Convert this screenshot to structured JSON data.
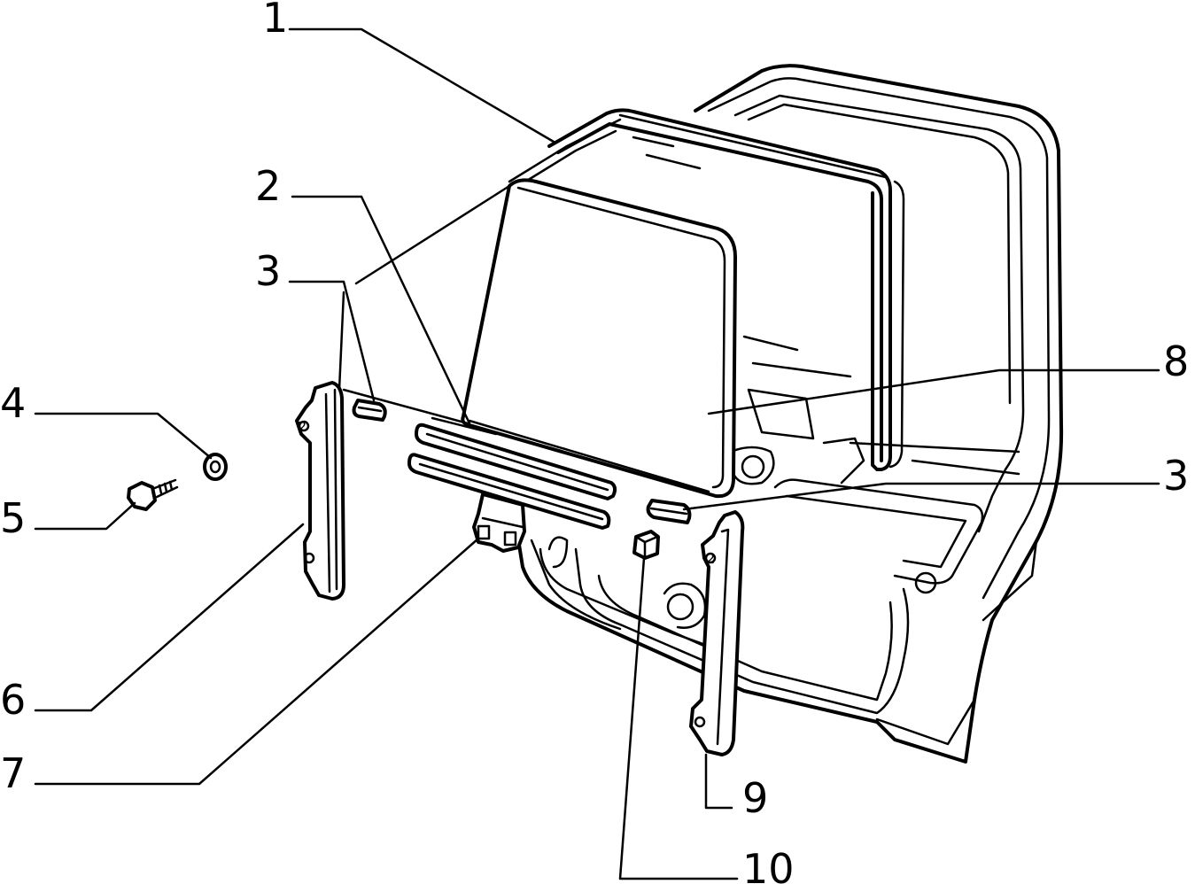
{
  "callouts": [
    {
      "id": "c1",
      "text": "1"
    },
    {
      "id": "c2",
      "text": "2"
    },
    {
      "id": "c3a",
      "text": "3"
    },
    {
      "id": "c3b",
      "text": "3"
    },
    {
      "id": "c4",
      "text": "4"
    },
    {
      "id": "c5",
      "text": "5"
    },
    {
      "id": "c6",
      "text": "6"
    },
    {
      "id": "c7",
      "text": "7"
    },
    {
      "id": "c8",
      "text": "8"
    },
    {
      "id": "c9",
      "text": "9"
    },
    {
      "id": "c10",
      "text": "10"
    }
  ],
  "channel_marks": {
    "left": "2",
    "right": "2"
  }
}
